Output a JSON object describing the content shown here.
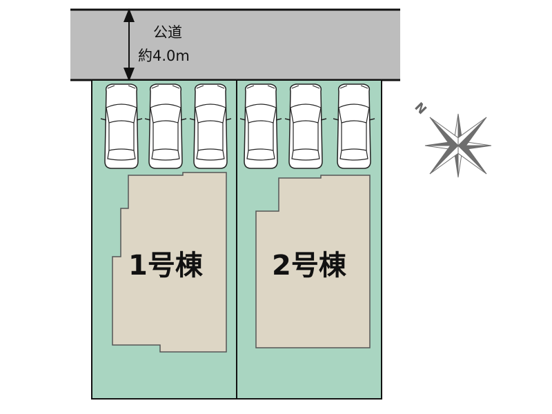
{
  "road": {
    "label": "公道",
    "width_label": "約4.0m"
  },
  "lots": [
    {
      "label": "1号棟",
      "parking_spaces": 3
    },
    {
      "label": "2号棟",
      "parking_spaces": 3
    }
  ],
  "compass": {
    "north_label": "N"
  },
  "colors": {
    "road": "#bdbdbd",
    "lot": "#a9d5c1",
    "building": "#ddd6c5",
    "compass": "#6e6e6e"
  }
}
